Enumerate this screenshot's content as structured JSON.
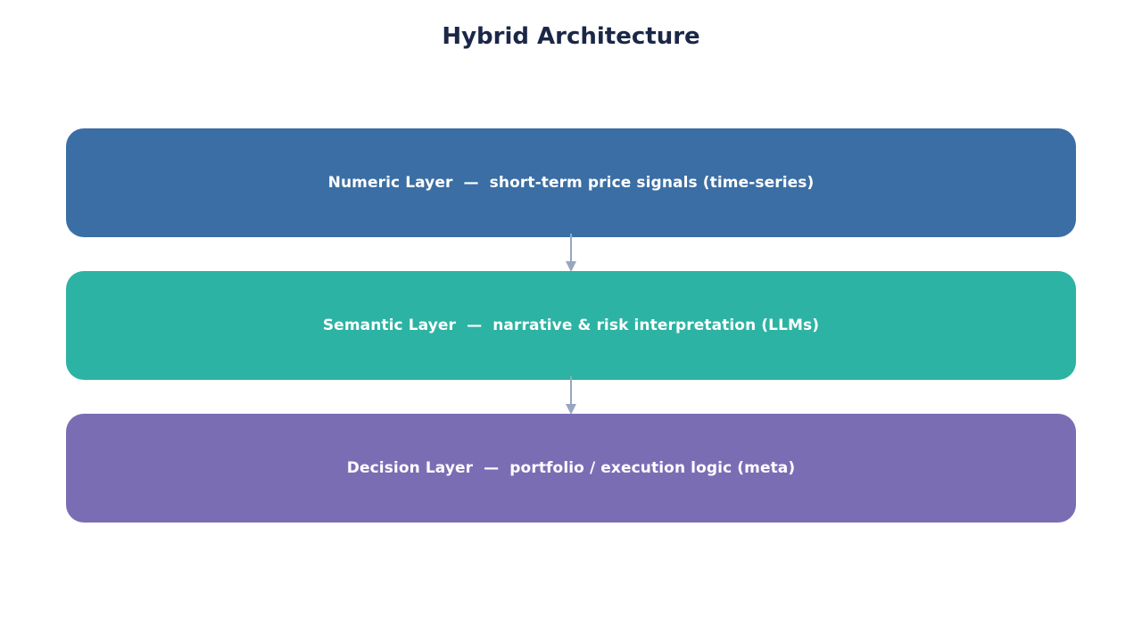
{
  "title": "Hybrid Architecture",
  "layers": [
    {
      "label": "Numeric Layer  —  short-term price signals (time-series)",
      "color": "#3b6ea4"
    },
    {
      "label": "Semantic Layer  —  narrative & risk interpretation (LLMs)",
      "color": "#2cb3a3"
    },
    {
      "label": "Decision Layer  —  portfolio / execution logic (meta)",
      "color": "#7b6db4"
    }
  ],
  "arrow_color": "#98a6bf"
}
